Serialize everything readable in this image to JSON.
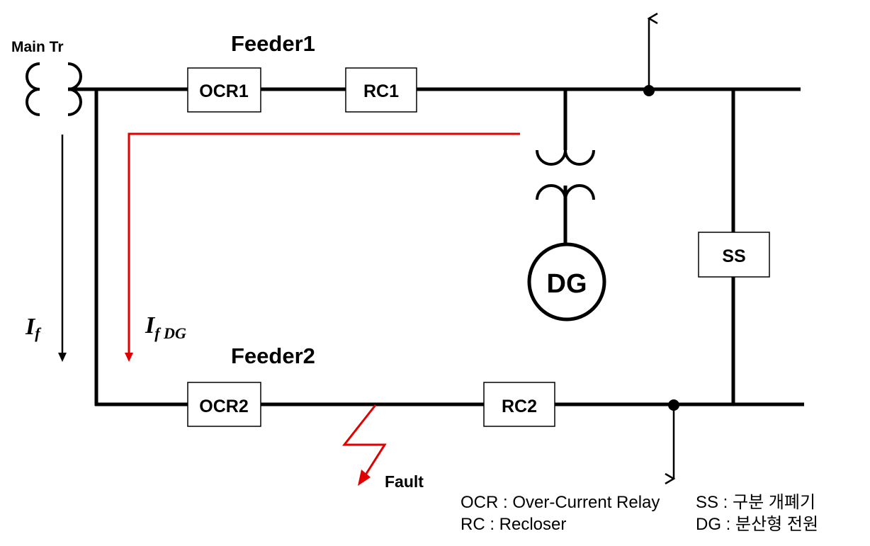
{
  "transformer": {
    "label": "Main Tr"
  },
  "feeders": [
    {
      "label": "Feeder1"
    },
    {
      "label": "Feeder2"
    }
  ],
  "devices": {
    "ocr1": "OCR1",
    "rc1": "RC1",
    "ocr2": "OCR2",
    "rc2": "RC2",
    "ss": "SS",
    "dg": "DG"
  },
  "currents": {
    "main_symbol": "I",
    "main_sub": "f",
    "dg_symbol": "I",
    "dg_sub": "f DG"
  },
  "fault": {
    "label": "Fault"
  },
  "legend": {
    "left": [
      "OCR : Over-Current Relay",
      "RC : Recloser"
    ],
    "right": [
      "SS : 구분 개폐기",
      "DG : 분산형 전원"
    ]
  },
  "colors": {
    "line": "#000000",
    "fault_current": "#e00000"
  }
}
